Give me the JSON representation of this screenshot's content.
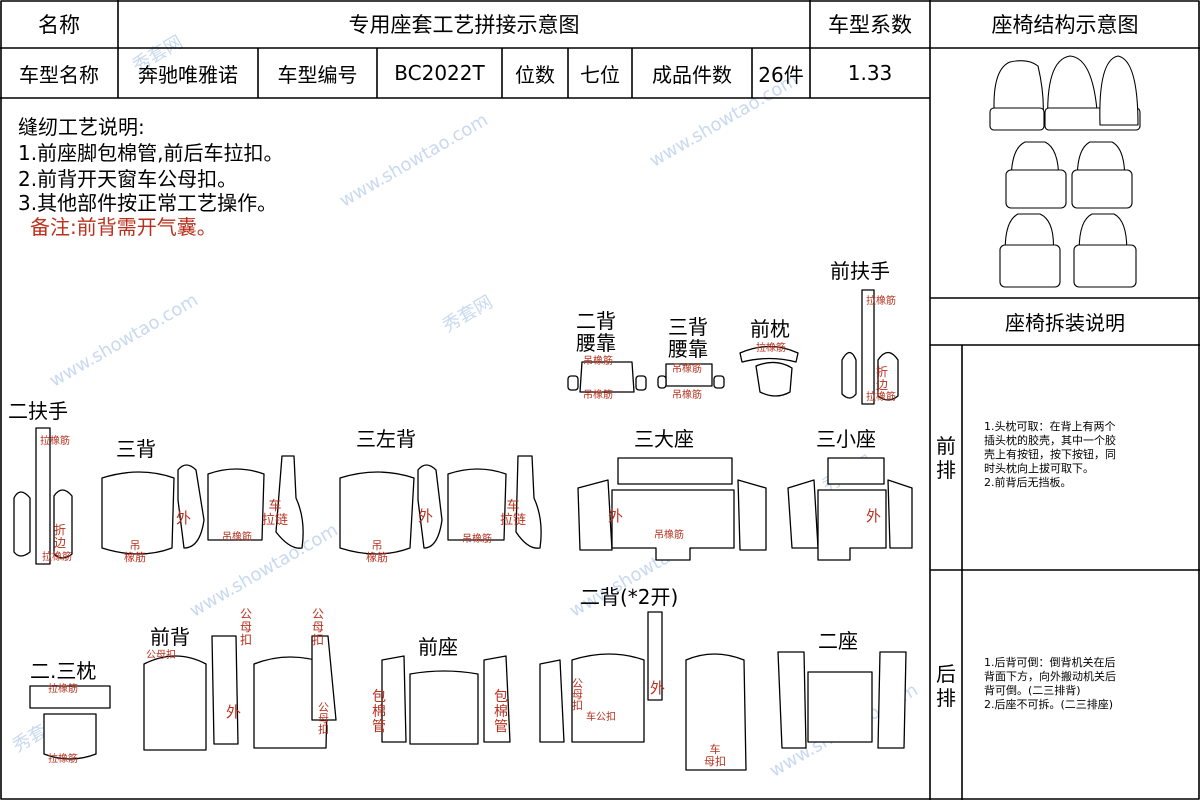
{
  "header": {
    "name_label": "名称",
    "title": "专用座套工艺拼接示意图",
    "coef_label": "车型系数",
    "structure_title": "座椅结构示意图"
  },
  "info": {
    "model_name_label": "车型名称",
    "model_name": "奔驰唯雅诺",
    "model_no_label": "车型编号",
    "model_no": "BC2022T",
    "seats_label": "位数",
    "seats": "七位",
    "pieces_label": "成品件数",
    "pieces": "26件",
    "coef": "1.33"
  },
  "process": {
    "heading": "缝纫工艺说明:",
    "steps": [
      "1.前座脚包棉管,前后车拉扣。",
      "2.前背开天窗车公母扣。",
      "3.其他部件按正常工艺操作。"
    ],
    "remark": "备注:前背需开气囊。"
  },
  "disassembly": {
    "title": "座椅拆装说明",
    "front_label": "前排",
    "front_notes": [
      "1.头枕可取：在背上有两个",
      "插头枕的胶壳，其中一个胶",
      "壳上有按钮，按下按钮，同",
      "时头枕向上拔可取下。",
      "2.前背后无挡板。"
    ],
    "rear_label": "后排",
    "rear_notes": [
      "1.后背可倒：倒背机关在后",
      "背面下方，向外搬动机关后",
      "背可倒。(二三排背)",
      "2.后座不可拆。(二三排座)"
    ]
  },
  "parts": {
    "er_bei_yao_kao": "二背\n腰靠",
    "san_bei_yao_kao": "三背\n腰靠",
    "qian_zhen": "前枕",
    "qian_fu_shou": "前扶手",
    "er_fu_shou": "二扶手",
    "san_bei": "三背",
    "san_zuo_bei": "三左背",
    "san_da_zuo": "三大座",
    "san_xiao_zuo": "三小座",
    "er_bei_2kai": "二背(*2开)",
    "qian_bei": "前背",
    "er_san_zhen": "二.三枕",
    "qian_zuo": "前座",
    "er_zuo": "二座"
  },
  "marks": {
    "la_xiang_jin": "拉橡筋",
    "diao_xiang_jin": "吊橡筋",
    "diao_xiang_jin_wrap": "吊\n橡筋",
    "zhe_bian": "折\n边",
    "wai": "外",
    "che_la_lian": "车\n拉链",
    "gong_mu_kou": "公母扣",
    "gong_mu_kou_v": "公\n母\n扣",
    "bao_mian_guan": "包\n棉\n管",
    "che_gong_kou": "车公扣",
    "che_mu_kou": "车\n母扣"
  },
  "watermark": {
    "cn": "秀套网",
    "url": "www.showtao.com"
  }
}
